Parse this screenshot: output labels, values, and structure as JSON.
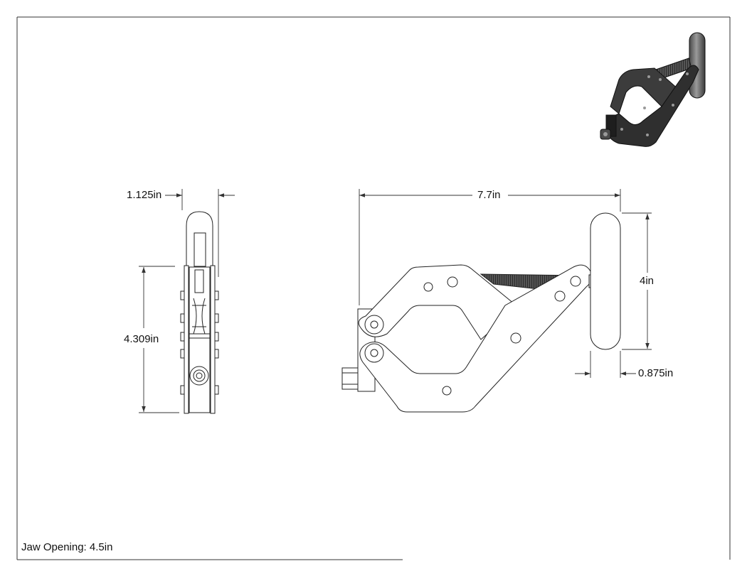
{
  "drawing": {
    "side_view": {
      "width_label": "1.125in",
      "height_label": "4.309in"
    },
    "front_view": {
      "length_label": "7.7in",
      "handle_length_label": "4in",
      "handle_width_label": "0.875in"
    },
    "note": {
      "jaw_opening": "Jaw Opening: 4.5in"
    }
  },
  "colors": {
    "line": "#222222",
    "dimension": "#333333",
    "thread": "#3a3a3a",
    "iso_body": "#3c3c3c",
    "iso_dark": "#1e1e1e",
    "iso_highlight": "#9a9a9a"
  }
}
